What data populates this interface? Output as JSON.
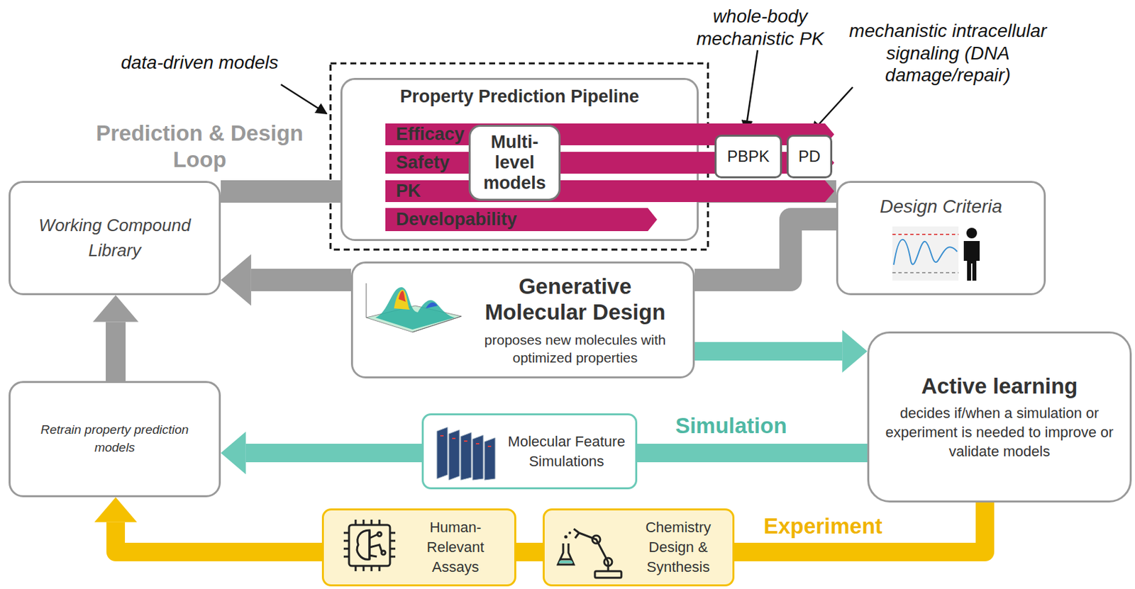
{
  "diagram": {
    "nodes": [
      {
        "text": [
          "Property Prediction Pipeline"
        ]
      },
      {
        "text": [
          "Efficacy"
        ],
        "in": 0
      },
      {
        "text": [
          "Safety"
        ],
        "in": 0
      },
      {
        "text": [
          "PK"
        ],
        "in": 0
      },
      {
        "text": [
          "Developability"
        ],
        "in": 0
      },
      {
        "text": [
          "Multi-level models"
        ],
        "in": 0
      },
      {
        "text": [
          "PBPK"
        ]
      },
      {
        "text": [
          "PD"
        ]
      },
      {
        "text": [
          "Working Compound Library"
        ]
      },
      {
        "text": [
          "Design Criteria"
        ]
      },
      {
        "text": [
          "Generative Molecular Design",
          "proposes new molecules with optimized properties"
        ]
      },
      {
        "text": [
          "Active learning",
          "decides if/when a simulation or experiment is needed to improve or validate models"
        ]
      },
      {
        "text": [
          "Retrain property prediction models"
        ]
      },
      {
        "text": [
          "Molecular Feature Simulations"
        ]
      },
      {
        "text": [
          "Human-Relevant Assays"
        ]
      },
      {
        "text": [
          "Chemistry Design & Synthesis"
        ]
      }
    ],
    "edges": [
      {
        "from": 8,
        "to": 0,
        "arrow": "none"
      },
      {
        "from": 0,
        "to": 9,
        "arrow": "none"
      },
      {
        "from": 9,
        "to": 10,
        "arrow": "none"
      },
      {
        "from": 10,
        "to": 8,
        "arrow": "to"
      },
      {
        "from": 12,
        "to": 8,
        "arrow": "to"
      },
      {
        "from": 10,
        "to": 11,
        "arrow": "to"
      },
      {
        "from": 11,
        "to": 13,
        "label": "Simulation",
        "arrow": "none"
      },
      {
        "from": 13,
        "to": 12,
        "arrow": "to"
      },
      {
        "from": 11,
        "to": 15,
        "label": "Experiment",
        "arrow": "none"
      },
      {
        "from": 15,
        "to": 14,
        "arrow": "none"
      },
      {
        "from": 14,
        "to": 12,
        "arrow": "to"
      }
    ],
    "labels": [
      "data-driven models",
      "whole-body mechanistic PK",
      "mechanistic intracellular signaling (DNA damage/repair)",
      "Prediction & Design Loop"
    ]
  }
}
